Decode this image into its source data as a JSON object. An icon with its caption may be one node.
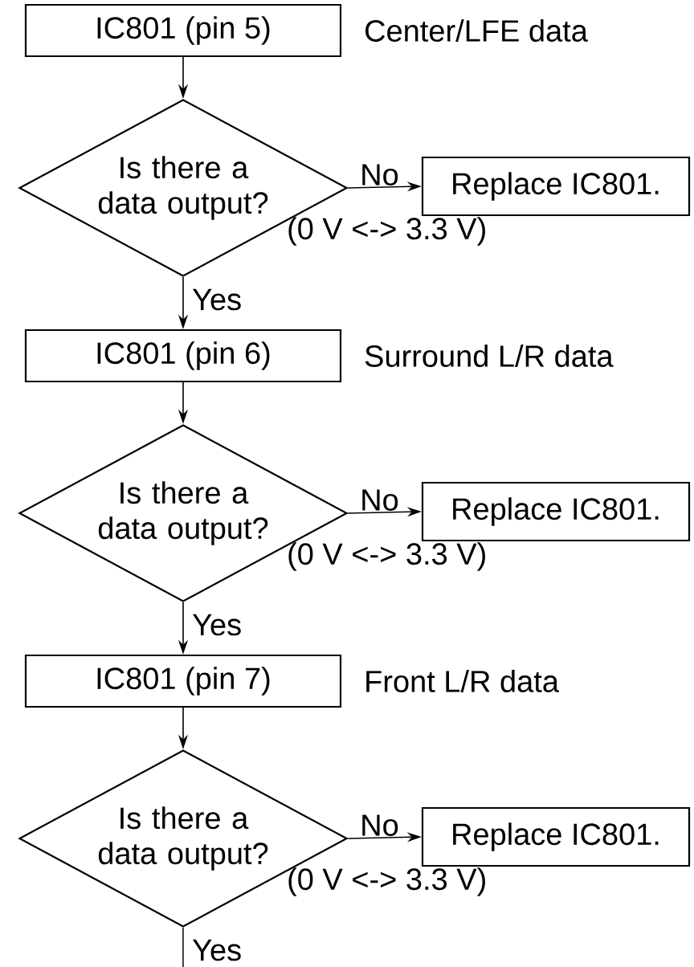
{
  "diagram": {
    "nodes": [
      {
        "text": [
          "IC801 (pin 5)"
        ],
        "beside": [
          "Center/LFE data"
        ]
      },
      {
        "text": [
          "Is there a data output?"
        ],
        "beside": [
          "(0 V <-> 3.3 V)"
        ]
      },
      {
        "text": [
          "Replace IC801."
        ]
      },
      {
        "text": [
          "IC801 (pin 6)"
        ],
        "beside": [
          "Surround L/R data"
        ]
      },
      {
        "text": [
          "Is there a data output?"
        ],
        "beside": [
          "(0 V <-> 3.3 V)"
        ]
      },
      {
        "text": [
          "Replace IC801."
        ]
      },
      {
        "text": [
          "IC801 (pin 7)"
        ],
        "beside": [
          "Front L/R data"
        ]
      },
      {
        "text": [
          "Is there a data output?"
        ],
        "beside": [
          "(0 V <-> 3.3 V)"
        ]
      },
      {
        "text": [
          "Replace IC801."
        ]
      }
    ],
    "edges": [
      {
        "from": 0,
        "to": 1,
        "arrow": "to"
      },
      {
        "from": 1,
        "to": 2,
        "arrow": "to",
        "label": "No"
      },
      {
        "from": 1,
        "to": 3,
        "arrow": "to",
        "label": "Yes"
      },
      {
        "from": 3,
        "to": 4,
        "arrow": "to"
      },
      {
        "from": 4,
        "to": 5,
        "arrow": "to",
        "label": "No"
      },
      {
        "from": 4,
        "to": 6,
        "arrow": "to",
        "label": "Yes"
      },
      {
        "from": 6,
        "to": 7,
        "arrow": "to"
      },
      {
        "from": 7,
        "to": 8,
        "arrow": "to",
        "label": "No"
      },
      {
        "from": 7,
        "to": null,
        "arrow": "none",
        "label": "Yes"
      }
    ]
  }
}
